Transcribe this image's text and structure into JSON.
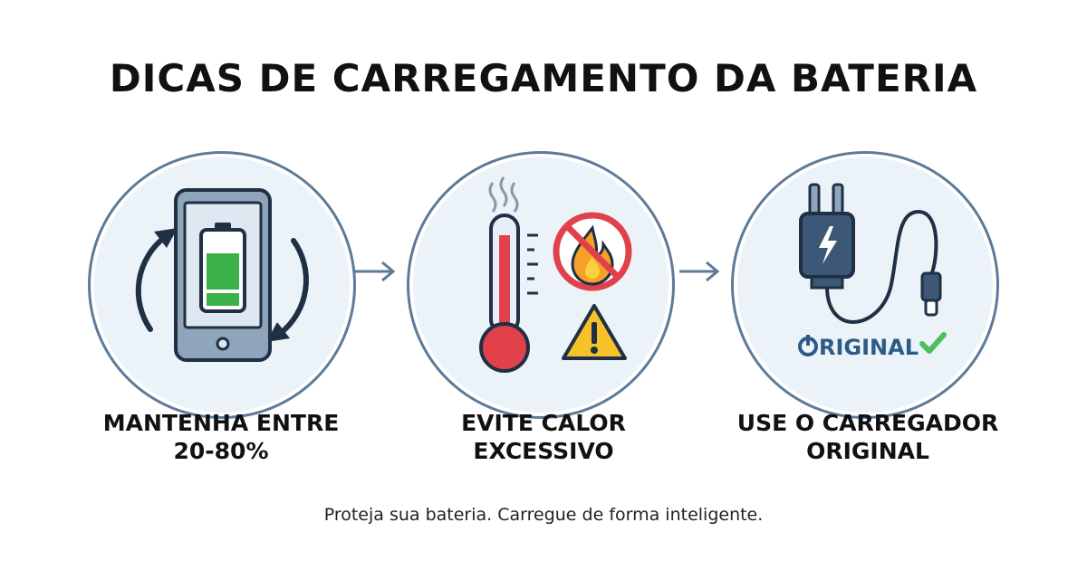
{
  "title": "DICAS DE CARREGAMENTO DA BATERIA",
  "tips": [
    {
      "line1": "MANTENHA ENTRE",
      "line2": "20-80%",
      "icon": "phone-battery-icon"
    },
    {
      "line1": "EVITE CALOR",
      "line2": "EXCESSIVO",
      "icon": "thermometer-icon"
    },
    {
      "line1": "USE O CARREGADOR",
      "line2": "ORIGINAL",
      "icon": "charger-plug-icon"
    }
  ],
  "original_badge": {
    "text": "RIGINAL"
  },
  "footer": "Proteja sua bateria. Carregue de forma inteligente.",
  "colors": {
    "outline": "#5d7a99",
    "circle_fill": "#ebf2f8",
    "battery_green": "#3bb14a",
    "thermo_red": "#e0414a",
    "warning_yellow": "#f6c22a",
    "check_green": "#4bbf5a",
    "badge_blue": "#2c5b87"
  }
}
